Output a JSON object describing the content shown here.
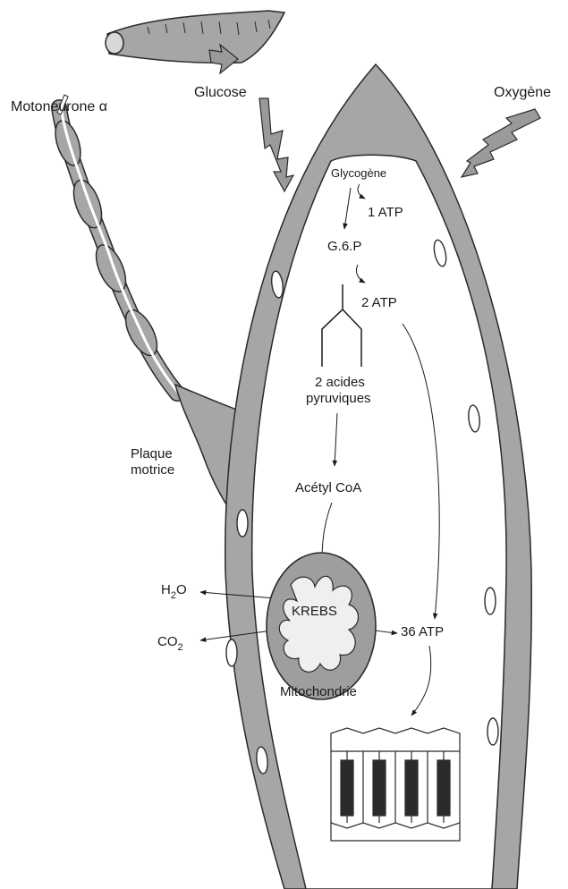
{
  "inputs": {
    "glucose": "Glucose",
    "oxygen": "Oxygène",
    "motoneuron": "Motoneurone α",
    "motor_plate_line1": "Plaque",
    "motor_plate_line2": "motrice"
  },
  "pathway": {
    "glycogen": "Glycogène",
    "atp_1": "1 ATP",
    "g6p": "G.6.P",
    "atp_2": "2 ATP",
    "pyruvic_line1": "2 acides",
    "pyruvic_line2": "pyruviques",
    "acetyl_coa": "Acétyl CoA",
    "krebs": "KREBS",
    "mitochondria": "Mitochondrie",
    "atp_36": "36 ATP"
  },
  "outputs": {
    "water_h": "H",
    "water_sub": "2",
    "water_o": "O",
    "co2_co": "CO",
    "co2_sub": "2"
  },
  "colors": {
    "membrane": "#a6a6a6",
    "outline": "#2a2a2a",
    "mitochondria_fill": "#9e9e9e",
    "cristae_fill": "#efefef",
    "myofibril_dark": "#2b2b2b"
  }
}
